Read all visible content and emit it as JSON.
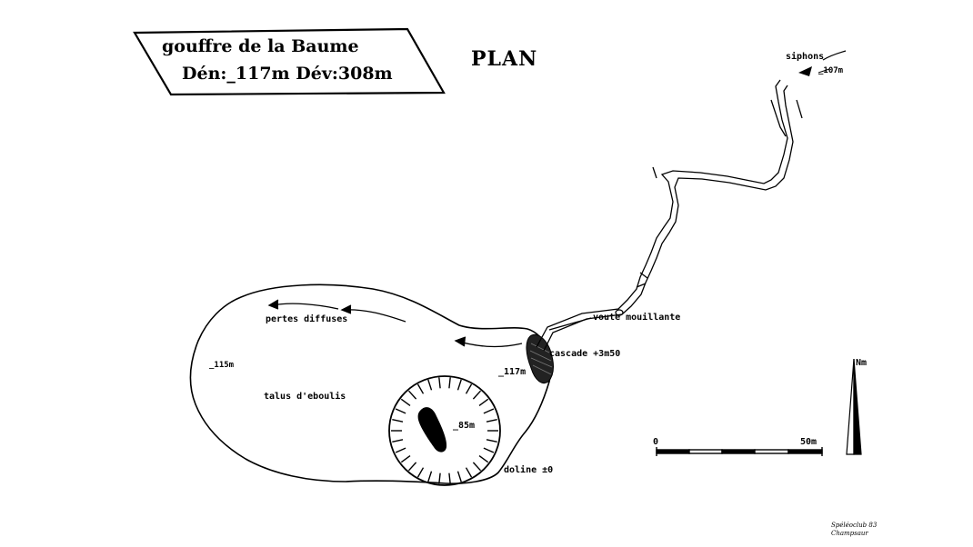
{
  "title": {
    "line1": "gouffre de la Baume",
    "line2": "Dén:_117m  Dév:308m"
  },
  "plan_label": "PLAN",
  "labels": {
    "siphons": "siphons",
    "siphon_depth": "_107m",
    "voute": "voute mouillante",
    "cascade": "cascade +3m50",
    "depth_117": "_117m",
    "pertes": "pertes diffuses",
    "depth_115": "_115m",
    "talus": "talus d'eboulis",
    "depth_85": "_85m",
    "doline": "doline ±0"
  },
  "north": {
    "label": "Nm"
  },
  "scale": {
    "start_label": "0",
    "end_label": "50m"
  },
  "signature": {
    "line1": "Spéléoclub 83",
    "line2": "Champsaur"
  }
}
